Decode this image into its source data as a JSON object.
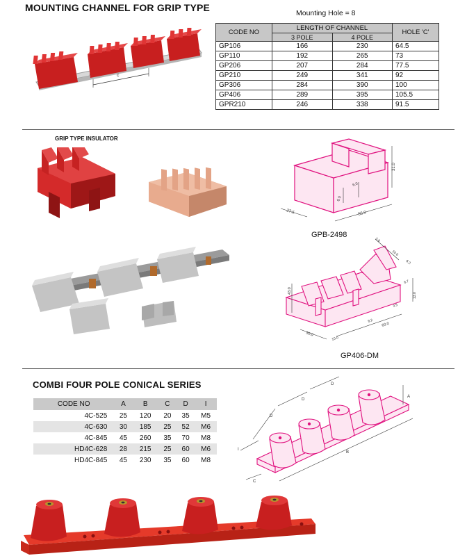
{
  "section1": {
    "title": "MOUNTING CHANNEL FOR GRIP TYPE",
    "note": "Mounting Hole = 8",
    "image_label": "c",
    "table": {
      "h_code": "CODE NO",
      "h_length": "LENGTH OF CHANNEL",
      "h_3pole": "3 POLE",
      "h_4pole": "4 POLE",
      "h_hole": "HOLE 'C'",
      "rows": [
        [
          "GP106",
          "166",
          "230",
          "64.5"
        ],
        [
          "GP110",
          "192",
          "265",
          "73"
        ],
        [
          "GP206",
          "207",
          "284",
          "77.5"
        ],
        [
          "GP210",
          "249",
          "341",
          "92"
        ],
        [
          "GP306",
          "284",
          "390",
          "100"
        ],
        [
          "GP406",
          "289",
          "395",
          "105.5"
        ],
        [
          "GPR210",
          "246",
          "338",
          "91.5"
        ]
      ]
    }
  },
  "section2": {
    "title": "GRIP TYPE INSULATOR",
    "drawing1": {
      "caption": "GPB-2498",
      "dims": {
        "d1": "31.0",
        "d2": "6.0",
        "d3": "6.0",
        "d4": "55.0",
        "d5": "27.5"
      }
    },
    "drawing2": {
      "caption": "GP406-DM",
      "dims": {
        "d1": "5.0",
        "d2": "10.0",
        "d3": "6.2",
        "d4": "6.7",
        "d5": "13.0",
        "d6": "43.0",
        "d7": "3.5",
        "d8": "60.0",
        "d9": "8.2",
        "d10": "50.0",
        "d11": "10.0"
      }
    }
  },
  "section3": {
    "title": "COMBI FOUR POLE CONICAL SERIES",
    "table": {
      "headers": [
        "CODE NO",
        "A",
        "B",
        "C",
        "D",
        "I"
      ],
      "rows": [
        [
          "4C-525",
          "25",
          "120",
          "20",
          "35",
          "M5"
        ],
        [
          "4C-630",
          "30",
          "185",
          "25",
          "52",
          "M6"
        ],
        [
          "4C-845",
          "45",
          "260",
          "35",
          "70",
          "M8"
        ],
        [
          "HD4C-628",
          "28",
          "215",
          "25",
          "60",
          "M6"
        ],
        [
          "HD4C-845",
          "45",
          "230",
          "35",
          "60",
          "M8"
        ]
      ]
    },
    "drawing": {
      "a": "A",
      "b": "B",
      "c": "C",
      "d": "D",
      "i": "I"
    }
  },
  "colors": {
    "red": "#d42a2a",
    "dark_red": "#9e1717",
    "magenta": "#e0117f",
    "peach": "#e3a386",
    "grey": "#c4c4c4"
  }
}
